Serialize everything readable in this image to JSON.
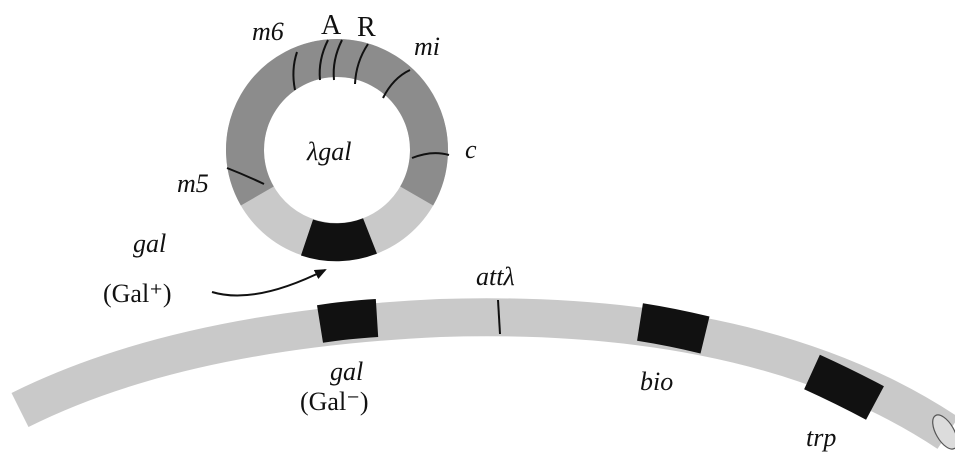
{
  "plasmid": {
    "name": "λgal",
    "gene_labels": {
      "m6": "m6",
      "A": "A",
      "R": "R",
      "mi": "mi",
      "c": "c",
      "m5": "m5"
    },
    "gal_label": "gal",
    "gal_phenotype": "(Gal⁺)"
  },
  "chromosome": {
    "att_label": "attλ",
    "gal_label": "gal",
    "gal_phenotype": "(Gal⁻)",
    "bio_label": "bio",
    "trp_label": "trp"
  },
  "colors": {
    "phage_dna": "#8c8c8c",
    "bacterial_dna": "#c9c9c9",
    "gene_block": "#111111",
    "marker_line": "#111111"
  }
}
